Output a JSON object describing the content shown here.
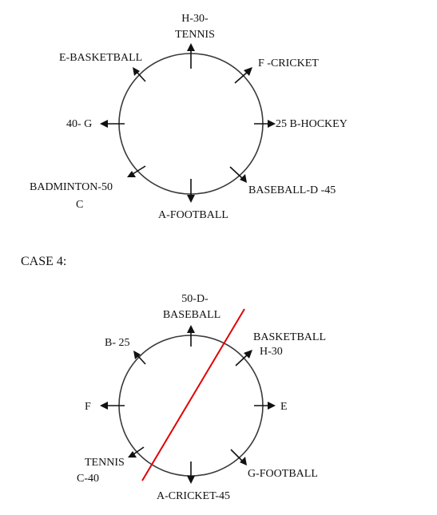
{
  "diagram_1": {
    "labels": {
      "n_line1": "H-30-",
      "n_line2": "TENNIS",
      "ne": "F -CRICKET",
      "e": "25 B-HOCKEY",
      "se": "BASEBALL-D -45",
      "s": "A-FOOTBALL",
      "sw_line1": "BADMINTON-50",
      "sw_line2": "C",
      "w": "40- G",
      "nw": "E-BASKETBALL"
    }
  },
  "case_title": "CASE 4:",
  "diagram_2": {
    "labels": {
      "n_line1": "50-D-",
      "n_line2": "BASEBALL",
      "ne_line1": "BASKETBALL",
      "ne_line2": "H-30",
      "e": "E",
      "se": "G-FOOTBALL",
      "s": "A-CRICKET-45",
      "sw_line1": "TENNIS",
      "sw_line2": "C-40",
      "w": "F",
      "nw": "B- 25"
    },
    "divider_color": "#e00000"
  }
}
